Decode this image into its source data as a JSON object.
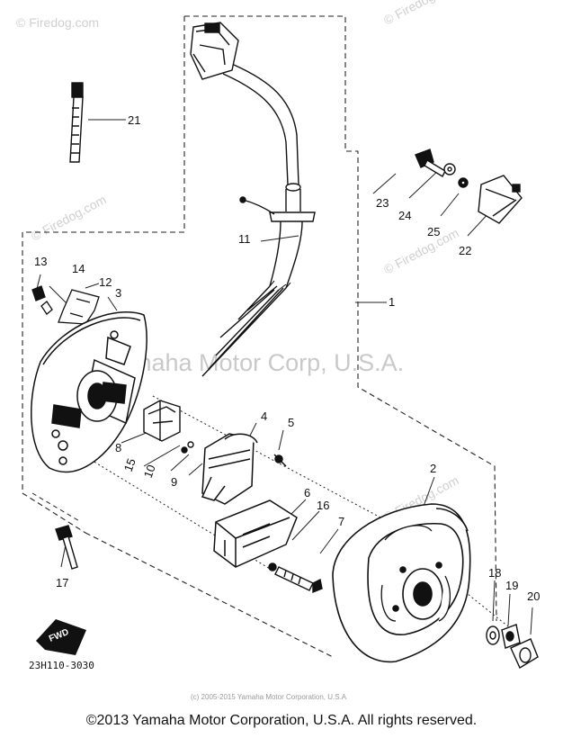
{
  "watermarks": {
    "site": "© Firedog.com",
    "brand": "Yamaha Motor Corp, U.S.A.",
    "diagram_copyright": "(c) 2005-2015 Yamaha Motor Corporation, U.S.A"
  },
  "callouts": {
    "n1": "1",
    "n2": "2",
    "n3": "3",
    "n4": "4",
    "n5": "5",
    "n6": "6",
    "n7": "7",
    "n8": "8",
    "n9": "9",
    "n10": "10",
    "n11": "11",
    "n12": "12",
    "n13": "13",
    "n14": "14",
    "n15": "15",
    "n16": "16",
    "n17": "17",
    "n18": "18",
    "n19": "19",
    "n20": "20",
    "n21": "21",
    "n22": "22",
    "n23": "23",
    "n24": "24",
    "n25": "25"
  },
  "fwd_label": "FWD",
  "part_number": "23H110-3030",
  "copyright": "©2013 Yamaha Motor Corporation, U.S.A. All rights reserved."
}
